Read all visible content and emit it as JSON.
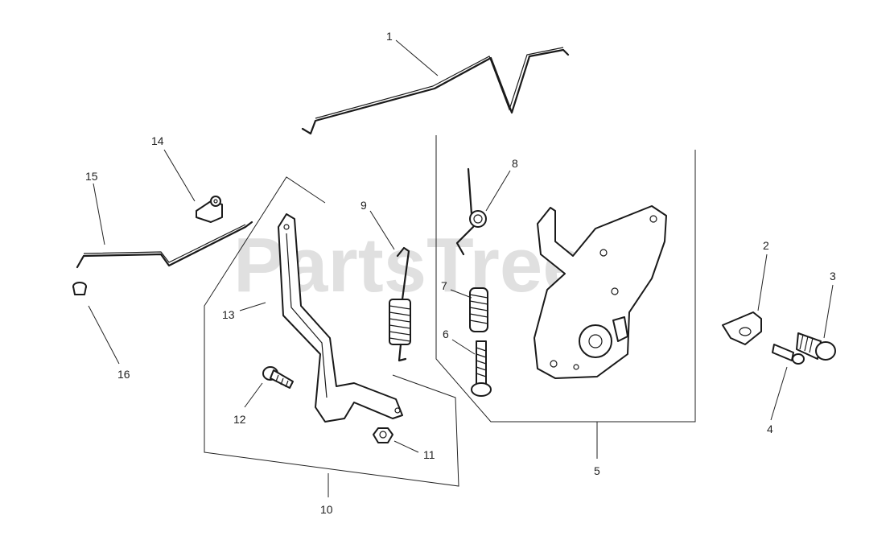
{
  "watermark": "PartsTree",
  "callouts": [
    {
      "id": "1",
      "label": "1"
    },
    {
      "id": "2",
      "label": "2"
    },
    {
      "id": "3",
      "label": "3"
    },
    {
      "id": "4",
      "label": "4"
    },
    {
      "id": "5",
      "label": "5"
    },
    {
      "id": "6",
      "label": "6"
    },
    {
      "id": "7",
      "label": "7"
    },
    {
      "id": "8",
      "label": "8"
    },
    {
      "id": "9",
      "label": "9"
    },
    {
      "id": "10",
      "label": "10"
    },
    {
      "id": "11",
      "label": "11"
    },
    {
      "id": "12",
      "label": "12"
    },
    {
      "id": "13",
      "label": "13"
    },
    {
      "id": "14",
      "label": "14"
    },
    {
      "id": "15",
      "label": "15"
    },
    {
      "id": "16",
      "label": "16"
    }
  ]
}
